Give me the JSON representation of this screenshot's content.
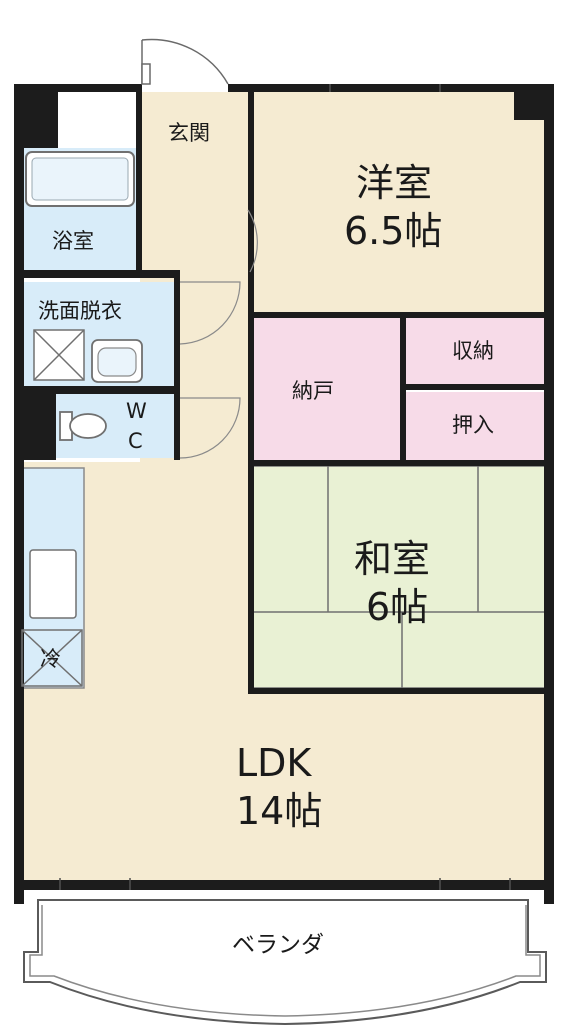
{
  "floor_plan": {
    "colors": {
      "wall": "#1c1c1c",
      "ldk_floor": "#f5ebd2",
      "western_room": "#f5ebd2",
      "japanese_room": "#e9f1d4",
      "wet_area": "#d8ecf9",
      "storage": "#f7dbe8",
      "balcony": "#ffffff",
      "outline": "#5a5a5a"
    },
    "rooms": {
      "entrance": {
        "label": "玄関"
      },
      "western_room": {
        "label": "洋室",
        "size": "6.5帖"
      },
      "bathroom": {
        "label": "浴室"
      },
      "washroom": {
        "label": "洗面脱衣"
      },
      "toilet": {
        "label_top": "W",
        "label_bottom": "C"
      },
      "storage_closet": {
        "label": "収納"
      },
      "nando": {
        "label": "納戸"
      },
      "oshiire": {
        "label": "押入"
      },
      "japanese_room": {
        "label": "和室",
        "size": "6帖"
      },
      "ldk": {
        "label": "LDK",
        "size": "14帖"
      },
      "fridge": {
        "label": "冷"
      },
      "balcony": {
        "label": "ベランダ"
      }
    }
  }
}
